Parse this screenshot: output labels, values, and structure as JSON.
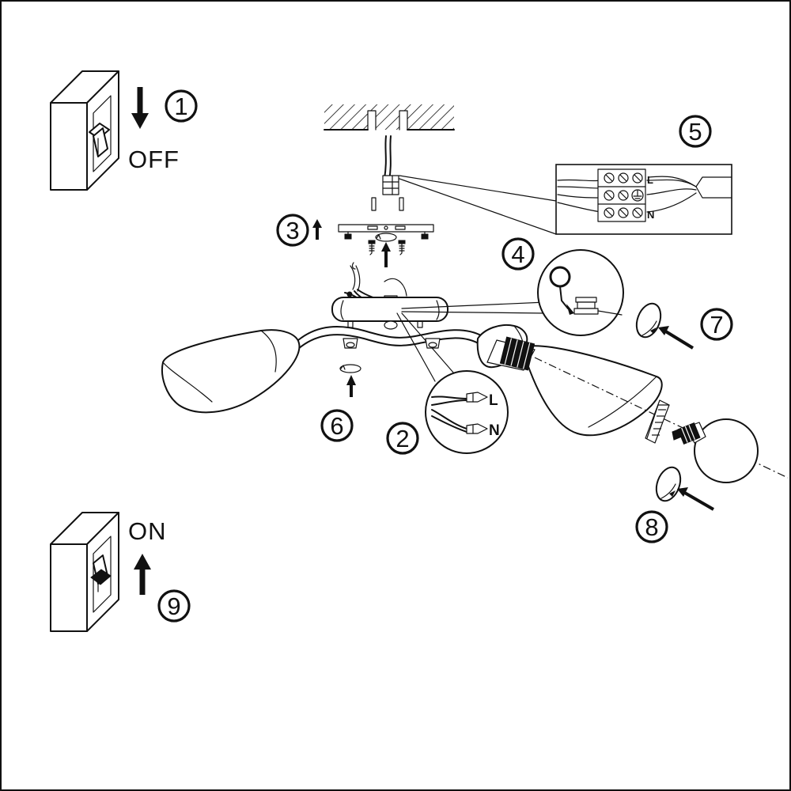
{
  "steps": [
    {
      "number": "1"
    },
    {
      "number": "2"
    },
    {
      "number": "3"
    },
    {
      "number": "4"
    },
    {
      "number": "5"
    },
    {
      "number": "6"
    },
    {
      "number": "7"
    },
    {
      "number": "8"
    },
    {
      "number": "9"
    }
  ],
  "switch_off": {
    "label": "OFF"
  },
  "switch_on": {
    "label": "ON"
  },
  "wire_detail": {
    "live_label": "L",
    "neutral_label": "N"
  },
  "terminal_block": {
    "live_label": "L",
    "neutral_label": "N"
  },
  "icons": [
    "switch-icon",
    "arrow-down-icon",
    "arrow-up-icon",
    "ground-icon",
    "rotate-icon",
    "bulb-icon",
    "lampshade-icon"
  ],
  "colors": {
    "ink": "#111111",
    "paper": "#ffffff"
  }
}
